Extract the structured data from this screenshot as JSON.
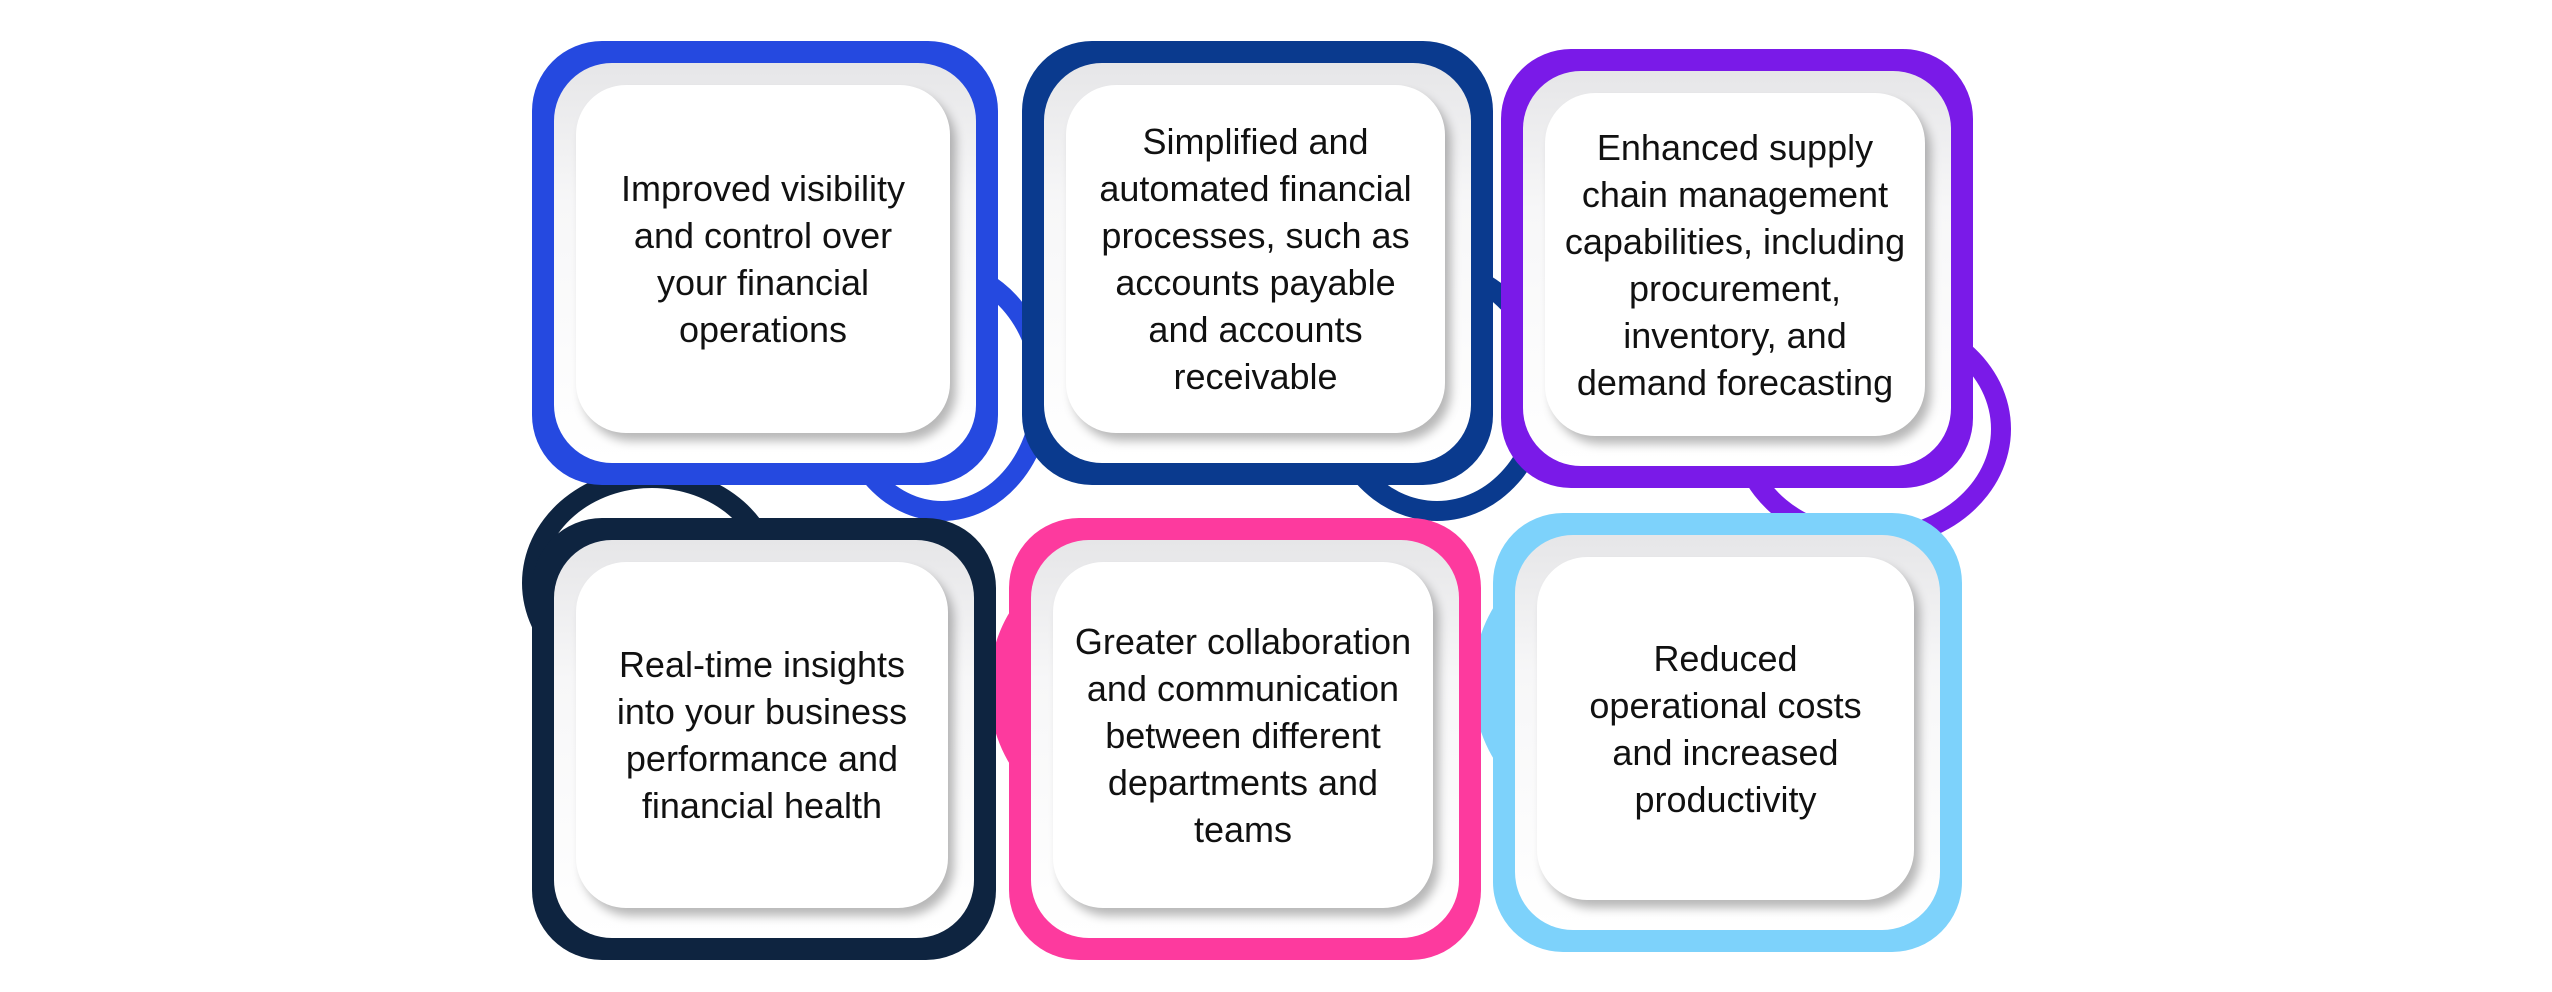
{
  "colors": {
    "card1": "#2549e0",
    "card2": "#0a3a8e",
    "card3": "#7a1ae8",
    "card4": "#0e2440",
    "card5": "#fd3a9e",
    "card6": "#7dd2fb"
  },
  "cards": [
    {
      "text": "Improved visibility\nand control over\nyour financial\noperations"
    },
    {
      "text": "Simplified and\nautomated financial\nprocesses, such as\naccounts payable\nand accounts\nreceivable"
    },
    {
      "text": "Enhanced supply\nchain management\ncapabilities, including\nprocurement,\ninventory, and\ndemand forecasting"
    },
    {
      "text": "Real-time insights\ninto your business\nperformance and\nfinancial health"
    },
    {
      "text": "Greater collaboration\nand communication\nbetween different\ndepartments and\nteams"
    },
    {
      "text": "Reduced\noperational costs\nand increased\nproductivity"
    }
  ]
}
